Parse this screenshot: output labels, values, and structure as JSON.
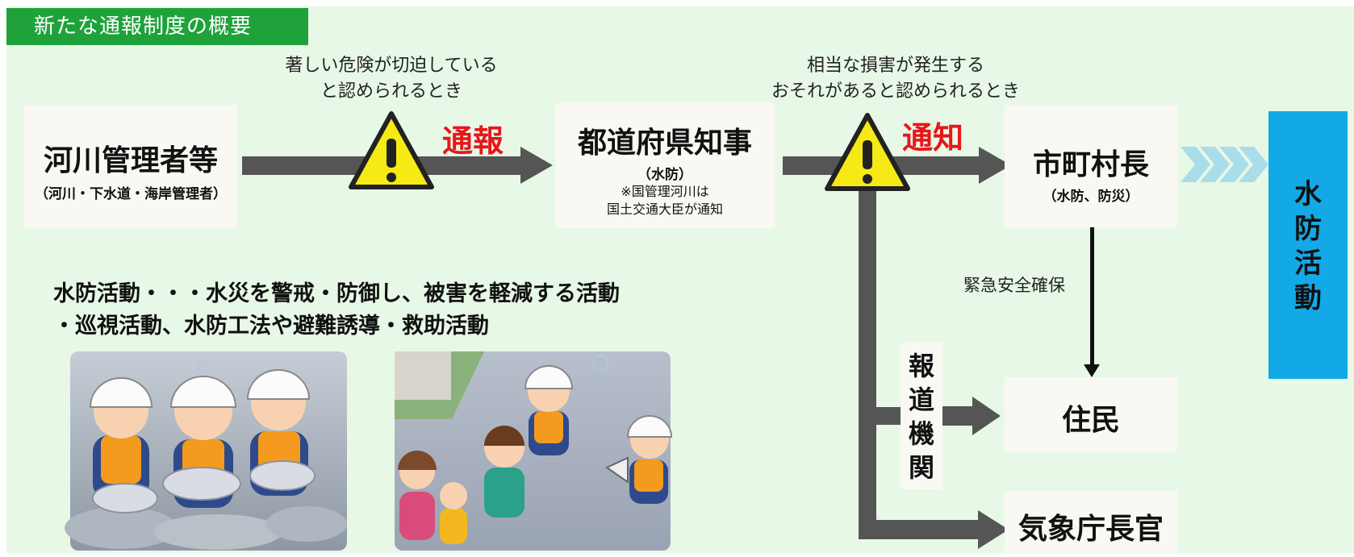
{
  "header": {
    "title": "新たな通報制度の概要"
  },
  "nodes": {
    "river_manager": {
      "title": "河川管理者等",
      "sub": "（河川・下水道・海岸管理者）"
    },
    "governor": {
      "title": "都道府県知事",
      "sub": "（水防）",
      "note_1": "※国管理河川は",
      "note_2": "国土交通大臣が通知"
    },
    "mayor": {
      "title": "市町村長",
      "sub": "（水防、防災）"
    },
    "residents": {
      "title": "住民"
    },
    "jma": {
      "title": "気象庁長官"
    },
    "media": {
      "chars": [
        "報",
        "道",
        "機",
        "関"
      ]
    },
    "flood_activity": {
      "chars": [
        "水",
        "防",
        "活",
        "動"
      ]
    }
  },
  "conditions": {
    "imminent_1": "著しい危険が切迫している",
    "imminent_2": "と認められるとき",
    "damage_1": "相当な損害が発生する",
    "damage_2": "おそれがあると認められるとき"
  },
  "actions": {
    "report": "通報",
    "notify": "通知",
    "emergency": "緊急安全確保"
  },
  "description": {
    "line_1": "水防活動・・・水災を警戒・防御し、被害を軽減する活動",
    "line_2": "・巡視活動、水防工法や避難誘導・救助活動"
  },
  "icons": {
    "warning": "warning-triangle-icon",
    "chevrons": "chevron-right-icon"
  },
  "colors": {
    "background": "#e8f8e6",
    "title_green": "#1fa23a",
    "accent_red": "#e8161b",
    "flood_blue": "#13a9e6",
    "arrow_gray": "#555555",
    "warning_yellow": "#f5ea14"
  }
}
